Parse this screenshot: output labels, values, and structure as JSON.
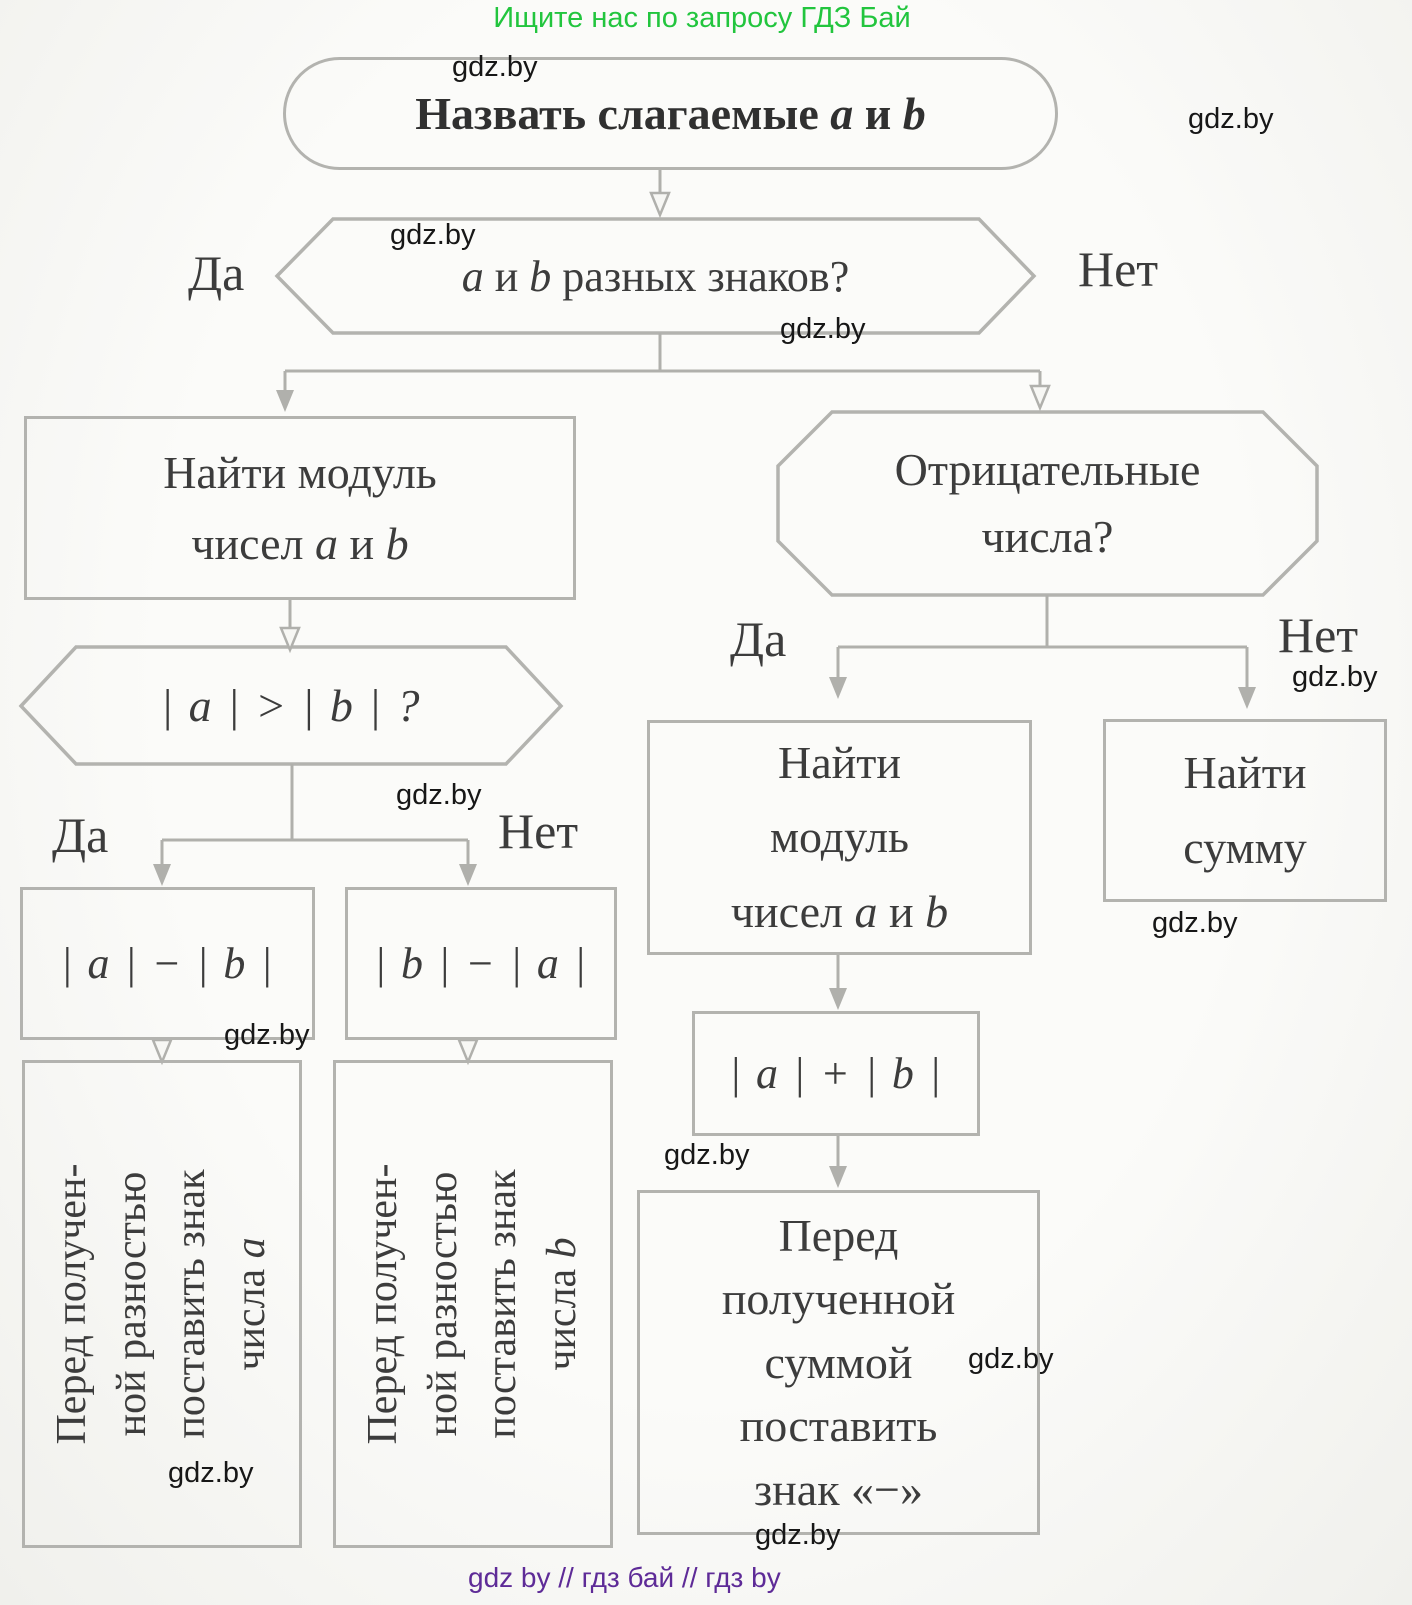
{
  "colors": {
    "background": "#f6f6f3",
    "border": "#b3b3af",
    "connector": "#b0b0ac",
    "text": "#3c3c3c",
    "banner_green": "#22c53e",
    "footer_purple": "#5e2b97",
    "watermark_black": "#171717"
  },
  "banner": {
    "text": "Ищите нас по запросу ГДЗ Бай"
  },
  "watermark": {
    "label": "gdz.by"
  },
  "footer": {
    "text": "gdz by  //  гдз бай  //  гдз by"
  },
  "labels": {
    "yes": "Да",
    "no": "Нет"
  },
  "start": {
    "prefix": "Назвать слагаемые ",
    "var_a": "a",
    "conj": " и ",
    "var_b": "b"
  },
  "decision_signs": {
    "var_a": "a",
    "conj": " и ",
    "var_b": "b",
    "suffix": " разных знаков?"
  },
  "process_abs_left": {
    "line1": "Найти модуль",
    "line2_prefix": "чисел ",
    "var_a": "a",
    "conj": " и ",
    "var_b": "b"
  },
  "decision_compare": {
    "expr": "| a | > | b | ?"
  },
  "result_diff_a": {
    "expr": "| a | − | b |"
  },
  "result_diff_b": {
    "expr": "| b | − | a |"
  },
  "tall_sign_a": {
    "line1": "Перед получен-",
    "line2": "ной разностью",
    "line3": "поставить знак",
    "line4_prefix": "числа ",
    "var": "a"
  },
  "tall_sign_b": {
    "line1": "Перед получен-",
    "line2": "ной разностью",
    "line3": "поставить знак",
    "line4_prefix": "числа ",
    "var": "b"
  },
  "decision_negative": {
    "line1": "Отрицательные",
    "line2": "числа?"
  },
  "process_abs_right": {
    "line1": "Найти",
    "line2": "модуль",
    "line3_prefix": "чисел ",
    "var_a": "a",
    "conj": " и ",
    "var_b": "b"
  },
  "process_sum": {
    "line1": "Найти",
    "line2": "сумму"
  },
  "result_sum": {
    "expr": "| a | + | b |"
  },
  "final_minus": {
    "line1": "Перед",
    "line2": "полученной",
    "line3": "суммой",
    "line4": "поставить",
    "line5": "знак «−»"
  }
}
